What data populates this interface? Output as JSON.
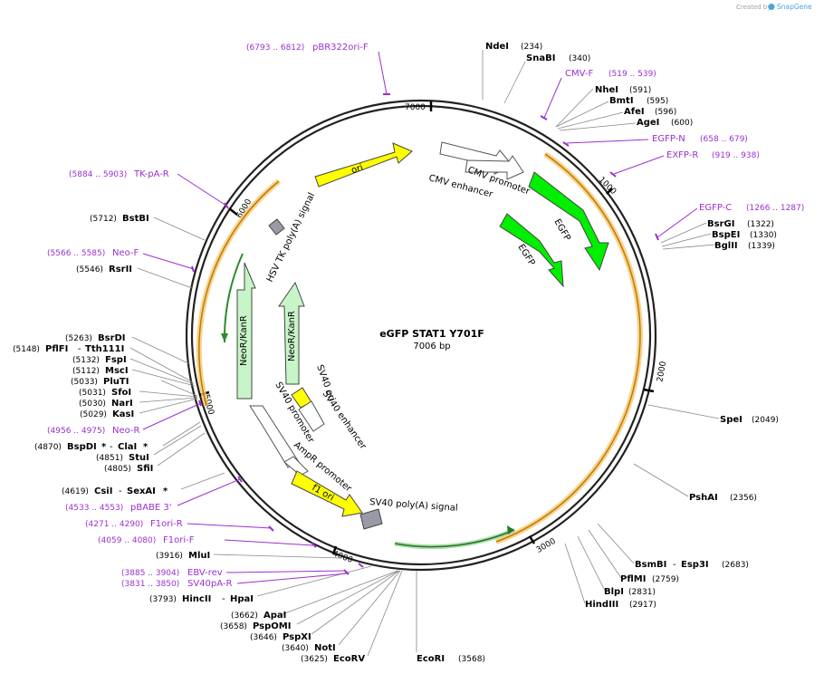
{
  "header": {
    "credit_prefix": "Created by",
    "brand": "SnapGene"
  },
  "plasmid": {
    "name": "eGFP STAT1 Y701F",
    "length": "7006 bp"
  },
  "colors": {
    "enzyme": "#000000",
    "primer": "#9b30d0",
    "cds": "#00ee00",
    "ori": "#ffff00",
    "orf": "#f0b060",
    "misc": "#ffffff",
    "pa": "#999aa6",
    "backbone": "#222222"
  },
  "ticks": [
    "1000",
    "2000",
    "3000",
    "4000",
    "5000",
    "6000",
    "7000"
  ],
  "features": {
    "cmv_enhancer": "CMV enhancer",
    "cmv_promoter": "CMV promoter",
    "egfp_outer": "EGFP",
    "egfp_inner": "EGFP",
    "ori": "ori",
    "hsv_tk_pa": "HSV TK poly(A) signal",
    "neor_outer": "NeoR/KanR",
    "neor_inner": "NeoR/KanR",
    "sv40_ori": "SV40 ori",
    "sv40_enhancer": "SV40 enhancer",
    "sv40_promoter": "SV40 promoter",
    "ampr_promoter": "AmpR promoter",
    "f1_ori": "f1 ori",
    "sv40_pa": "SV40 poly(A) signal"
  },
  "enzymes": {
    "ndei": {
      "name": "NdeI",
      "pos": "(234)"
    },
    "snabi": {
      "name": "SnaBI",
      "pos": "(340)"
    },
    "nhei": {
      "name": "NheI",
      "pos": "(591)"
    },
    "bmti": {
      "name": "BmtI",
      "pos": "(595)"
    },
    "afei": {
      "name": "AfeI",
      "pos": "(596)"
    },
    "agei": {
      "name": "AgeI",
      "pos": "(600)"
    },
    "bsrgi": {
      "name": "BsrGI",
      "pos": "(1322)"
    },
    "bspei": {
      "name": "BspEI",
      "pos": "(1330)"
    },
    "bglii": {
      "name": "BglII",
      "pos": "(1339)"
    },
    "spei": {
      "name": "SpeI",
      "pos": "(2049)"
    },
    "pshai": {
      "name": "PshAI",
      "pos": "(2356)"
    },
    "bsmbi": {
      "name": "BsmBI",
      "name2": "Esp3I",
      "pos": "(2683)"
    },
    "pflmi": {
      "name": "PflMI",
      "pos": "(2759)"
    },
    "blpi": {
      "name": "BlpI",
      "pos": "(2831)"
    },
    "hindiii": {
      "name": "HindIII",
      "pos": "(2917)"
    },
    "ecori": {
      "name": "EcoRI",
      "pos": "(3568)"
    },
    "ecorv": {
      "name": "EcoRV",
      "pos": "(3625)"
    },
    "noti": {
      "name": "NotI",
      "pos": "(3640)"
    },
    "pspxi": {
      "name": "PspXI",
      "pos": "(3646)"
    },
    "pspomi": {
      "name": "PspOMI",
      "pos": "(3658)"
    },
    "apai": {
      "name": "ApaI",
      "pos": "(3662)"
    },
    "hincii": {
      "name": "HincII",
      "name2": "HpaI",
      "pos": "(3793)"
    },
    "mlui": {
      "name": "MluI",
      "pos": "(3916)"
    },
    "csii": {
      "name": "CsiI",
      "name2": "SexAI",
      "pos": "(4619)"
    },
    "sfii": {
      "name": "SfiI",
      "pos": "(4805)"
    },
    "stui": {
      "name": "StuI",
      "pos": "(4851)"
    },
    "bspdi": {
      "name": "BspDI",
      "name2": "ClaI",
      "pos": "(4870)"
    },
    "kasi": {
      "name": "KasI",
      "pos": "(5029)"
    },
    "nari": {
      "name": "NarI",
      "pos": "(5030)"
    },
    "sfoi": {
      "name": "SfoI",
      "pos": "(5031)"
    },
    "pluti": {
      "name": "PluTI",
      "pos": "(5033)"
    },
    "msci": {
      "name": "MscI",
      "pos": "(5112)"
    },
    "fspi": {
      "name": "FspI",
      "pos": "(5132)"
    },
    "pflfi": {
      "name": "PflFI",
      "name2": "Tth111I",
      "pos": "(5148)"
    },
    "bsrdi": {
      "name": "BsrDI",
      "pos": "(5263)"
    },
    "rsrii": {
      "name": "RsrII",
      "pos": "(5546)"
    },
    "bstbi": {
      "name": "BstBI",
      "pos": "(5712)"
    }
  },
  "primers": {
    "pbr322ori_f": {
      "name": "pBR322ori-F",
      "pos": "(6793 .. 6812)"
    },
    "cmv_f": {
      "name": "CMV-F",
      "pos": "(519 .. 539)"
    },
    "egfp_n": {
      "name": "EGFP-N",
      "pos": "(658 .. 679)"
    },
    "exfp_r": {
      "name": "EXFP-R",
      "pos": "(919 .. 938)"
    },
    "egfp_c": {
      "name": "EGFP-C",
      "pos": "(1266 .. 1287)"
    },
    "tk_pa_r": {
      "name": "TK-pA-R",
      "pos": "(5884 .. 5903)"
    },
    "neo_f": {
      "name": "Neo-F",
      "pos": "(5566 .. 5585)"
    },
    "neo_r": {
      "name": "Neo-R",
      "pos": "(4956 .. 4975)"
    },
    "pbabe3": {
      "name": "pBABE 3'",
      "pos": "(4533 .. 4553)"
    },
    "f1ori_r": {
      "name": "F1ori-R",
      "pos": "(4271 .. 4290)"
    },
    "f1ori_f": {
      "name": "F1ori-F",
      "pos": "(4059 .. 4080)"
    },
    "ebv_rev": {
      "name": "EBV-rev",
      "pos": "(3885 .. 3904)"
    },
    "sv40pa_r": {
      "name": "SV40pA-R",
      "pos": "(3831 .. 3850)"
    }
  }
}
